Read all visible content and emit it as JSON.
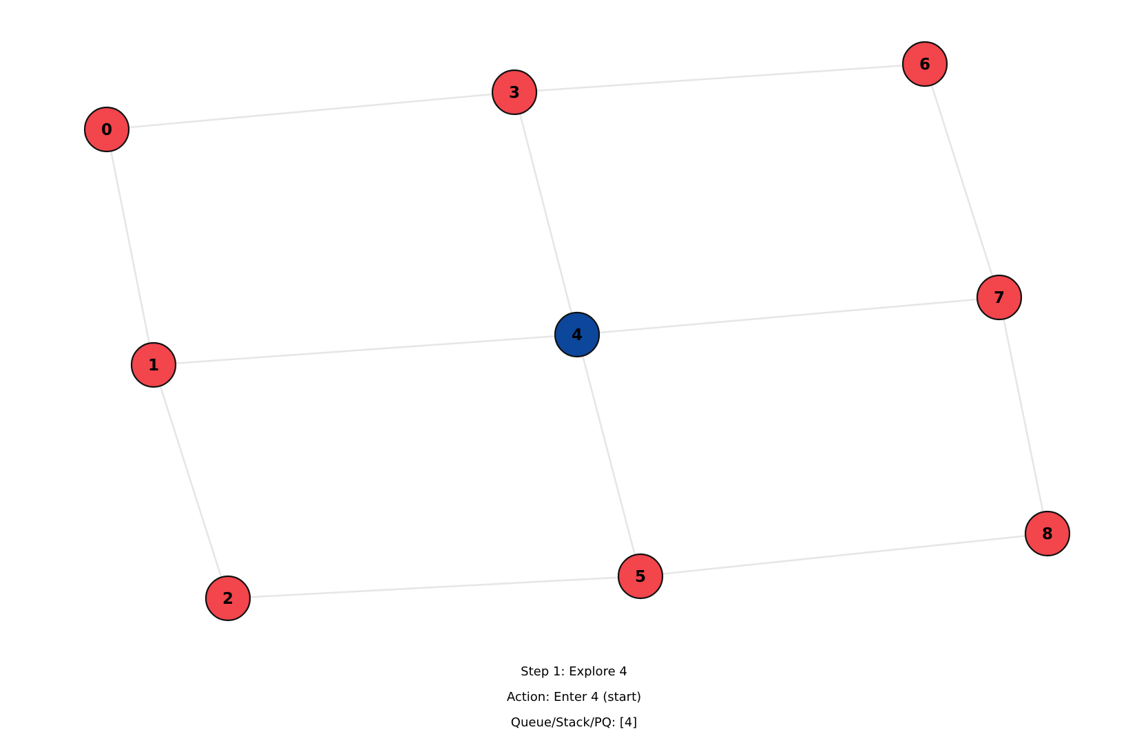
{
  "graph": {
    "nodes": [
      {
        "id": "0",
        "label": "0",
        "state": "unvisited"
      },
      {
        "id": "1",
        "label": "1",
        "state": "unvisited"
      },
      {
        "id": "2",
        "label": "2",
        "state": "unvisited"
      },
      {
        "id": "3",
        "label": "3",
        "state": "unvisited"
      },
      {
        "id": "4",
        "label": "4",
        "state": "current"
      },
      {
        "id": "5",
        "label": "5",
        "state": "unvisited"
      },
      {
        "id": "6",
        "label": "6",
        "state": "unvisited"
      },
      {
        "id": "7",
        "label": "7",
        "state": "unvisited"
      },
      {
        "id": "8",
        "label": "8",
        "state": "unvisited"
      }
    ],
    "edges": [
      [
        "0",
        "3"
      ],
      [
        "3",
        "6"
      ],
      [
        "0",
        "1"
      ],
      [
        "1",
        "2"
      ],
      [
        "3",
        "4"
      ],
      [
        "4",
        "5"
      ],
      [
        "6",
        "7"
      ],
      [
        "7",
        "8"
      ],
      [
        "1",
        "4"
      ],
      [
        "4",
        "7"
      ],
      [
        "2",
        "5"
      ],
      [
        "5",
        "8"
      ]
    ]
  },
  "colors": {
    "unvisited": "#f2454c",
    "current": "#0d479c",
    "edge": "#e6e6e6",
    "node_border": "#111111"
  },
  "status": {
    "step": "Step 1: Explore 4",
    "action": "Action: Enter 4 (start)",
    "queue": "Queue/Stack/PQ: [4]"
  }
}
